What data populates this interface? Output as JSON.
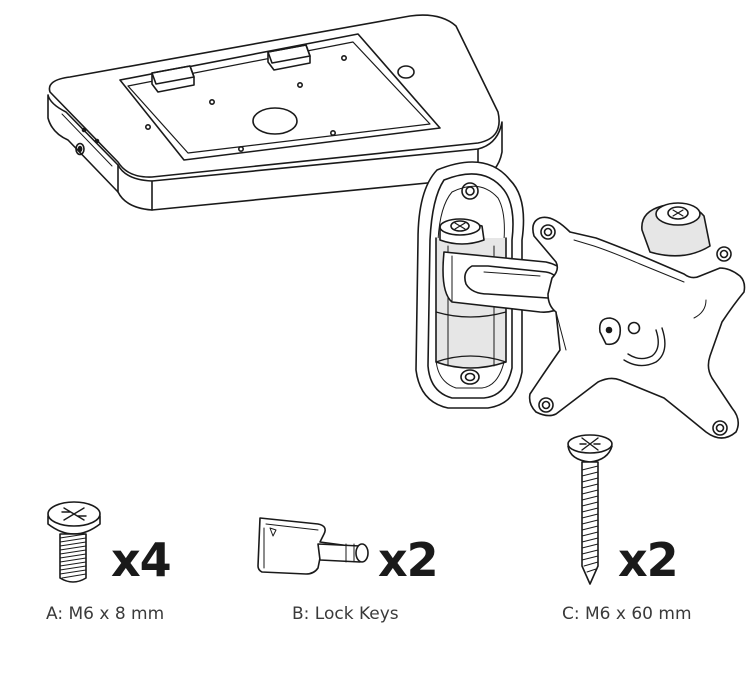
{
  "parts": [
    {
      "quantity": "x4",
      "caption": "A: M6 x 8 mm"
    },
    {
      "quantity": "x2",
      "caption": "B: Lock Keys"
    },
    {
      "quantity": "x2",
      "caption": "C: M6 x 60 mm"
    }
  ],
  "colors": {
    "line": "#1a1a1a",
    "caption": "#3a3a3a",
    "fill": "#ffffff",
    "shade": "#e6e6e6"
  }
}
